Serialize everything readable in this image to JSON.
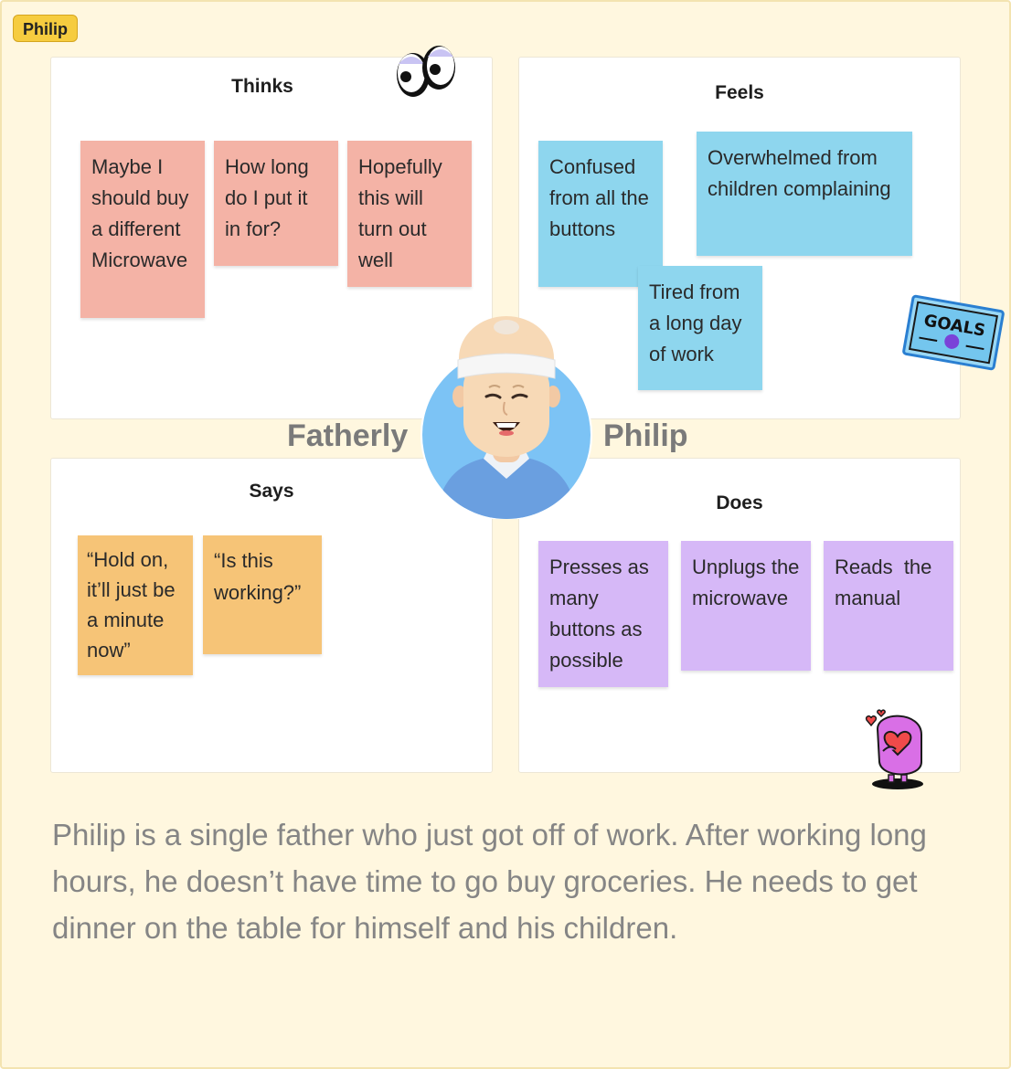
{
  "section": {
    "tag": "Philip"
  },
  "quadrants": {
    "thinks": {
      "title": "Thinks",
      "notes": [
        "Maybe I should buy a different Microwave",
        "How long do I put it in for?",
        "Hopefully this will turn out well"
      ]
    },
    "feels": {
      "title": "Feels",
      "notes": [
        "Confused from all the buttons",
        "Overwhelmed from children complaining",
        "Tired from a long day of work"
      ]
    },
    "says": {
      "title": "Says",
      "notes": [
        "“Hold on, it’ll just be a minute now”",
        "“Is this working?”"
      ]
    },
    "does": {
      "title": "Does",
      "notes": [
        "Presses as many buttons as possible",
        "Unplugs the microwave",
        "Reads  the manual"
      ]
    }
  },
  "persona": {
    "first_name": "Fatherly",
    "last_name": "Philip"
  },
  "stickers": {
    "goals_text": "GOALS"
  },
  "description": "Philip is a single father who just got off of work. After working long hours, he doesn’t have time to go buy groceries. He needs to get dinner on the table for himself and his children.",
  "colors": {
    "thinks": "#f4b3a6",
    "feels": "#8ed6ee",
    "says": "#f6c477",
    "does": "#d6b8f7",
    "section_bg": "#fff7df",
    "tag": "#f6cc3f",
    "avatar_bg": "#7cc3f5"
  },
  "icons": [
    "googly-eyes-sticker-icon",
    "goals-sticker-icon",
    "heart-hug-sticker-icon",
    "persona-avatar-icon"
  ]
}
